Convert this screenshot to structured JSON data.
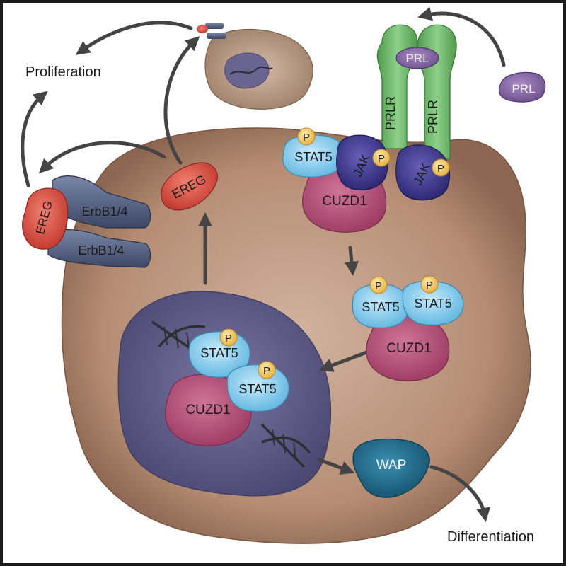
{
  "outcomes": {
    "proliferation": "Proliferation",
    "differentiation": "Differentiation"
  },
  "ligands": {
    "prl_free": "PRL",
    "prl_bound": "PRL"
  },
  "receptors": {
    "prlr_left": "PRLR",
    "prlr_right": "PRLR",
    "erbb_top": "ErbB1/4",
    "erbb_bottom": "ErbB1/4"
  },
  "kinases": {
    "jak_left": "JAK",
    "jak_right": "JAK"
  },
  "factors": {
    "stat5_receptor": "STAT5",
    "stat5_cyto_left": "STAT5",
    "stat5_cyto_right": "STAT5",
    "stat5_nucleus_top": "STAT5",
    "stat5_nucleus_bottom": "STAT5",
    "cuzd1_receptor": "CUZD1",
    "cuzd1_cytoplasm": "CUZD1",
    "cuzd1_nucleus": "CUZD1",
    "wap": "WAP",
    "ereg_cell": "EREG",
    "ereg_neighbor": "EREG"
  },
  "phospho": "P",
  "colors": {
    "frame": "#1a1a1a",
    "cell": "#b79078",
    "neighbor_cell": "#b89a84",
    "nucleus": "#5a5882",
    "prlr": "#62b060",
    "prl": "#8a6aa6",
    "jak": "#3b3690",
    "stat5": "#89cfee",
    "cuzd1": "#b74f78",
    "ereg": "#d8493e",
    "erbb": "#4d5878",
    "wap": "#1c6889",
    "phospho": "#f1c45e",
    "arrow": "#444444"
  }
}
